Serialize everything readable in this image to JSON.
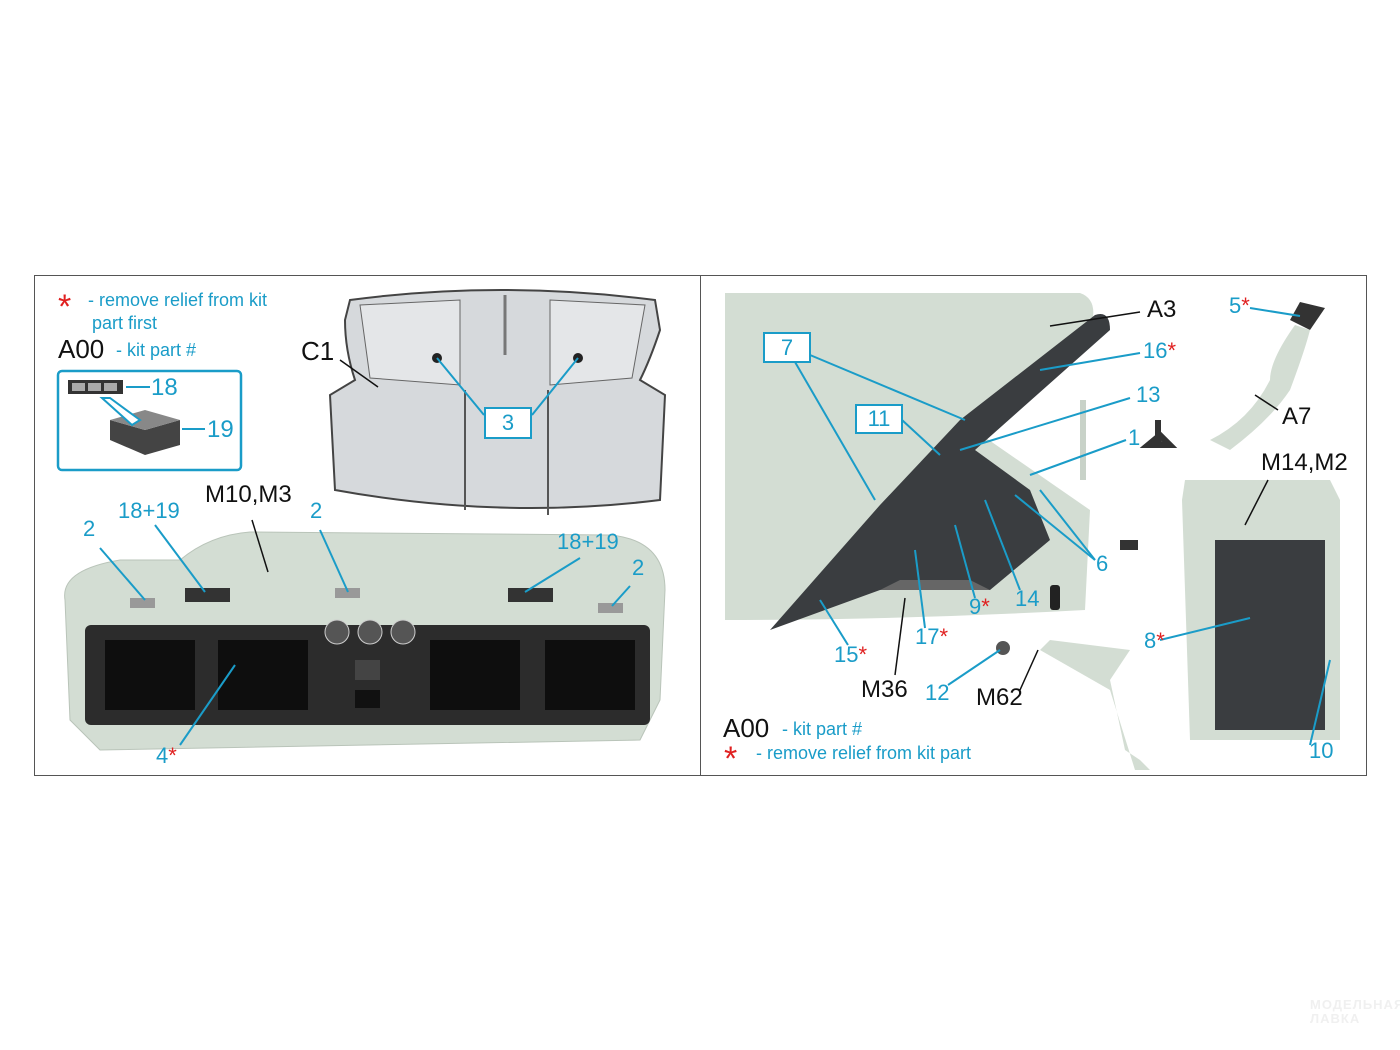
{
  "left_panel": {
    "legend": {
      "star": "*",
      "remove_relief": "- remove relief from kit",
      "remove_relief_2": "part first",
      "kit_code": "A00",
      "kit_part": "- kit part #"
    },
    "inset": {
      "part_18": "18",
      "part_19": "19"
    },
    "labels": {
      "c1": "C1",
      "box_3": "3",
      "m10_m3": "M10,M3",
      "p2a": "2",
      "p1819a": "18+19",
      "p2b": "2",
      "p1819b": "18+19",
      "p2c": "2",
      "p4": "4"
    }
  },
  "right_panel": {
    "labels": {
      "a3": "A3",
      "p16": "16",
      "p13": "13",
      "p1": "1",
      "box_7": "7",
      "box_11": "11",
      "p6": "6",
      "p9": "9",
      "p14": "14",
      "p17": "17",
      "p15": "15",
      "m36": "M36",
      "p12": "12",
      "m62": "M62",
      "p5": "5",
      "a7": "A7",
      "m14_m2": "M14,M2",
      "p8": "8",
      "p10": "10"
    },
    "legend": {
      "kit_code": "A00",
      "kit_part": "- kit part #",
      "star": "*",
      "remove_relief": "- remove relief from kit part"
    }
  },
  "watermark": {
    "line1": "МОДЕЛЬНАЯ",
    "line2": "ЛАВКА"
  },
  "colors": {
    "accent": "#1a9cc8",
    "star": "#e02020",
    "resin": "#d3ddd3"
  }
}
